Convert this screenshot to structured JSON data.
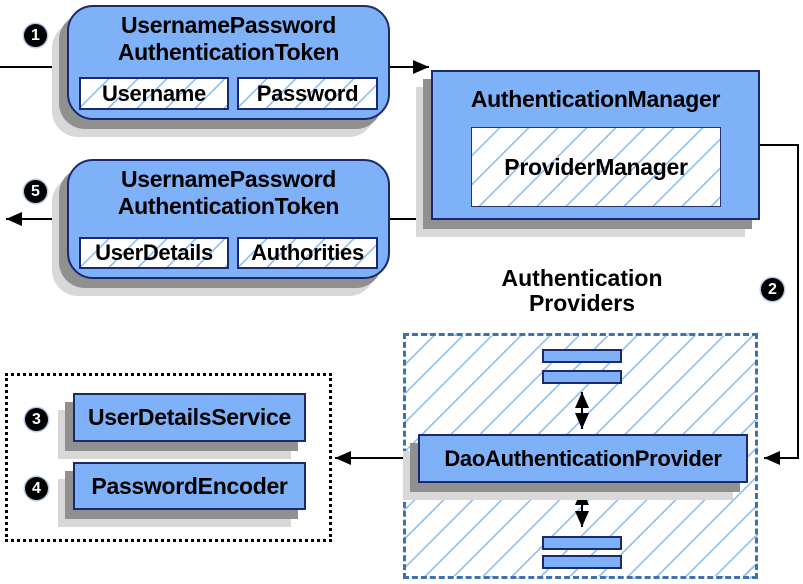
{
  "colors": {
    "box_fill": "#7eb1f8",
    "box_border": "#1b2a6e",
    "hatch_line": "#9cc3ee",
    "dashed_border": "#4170af",
    "shadow_dark": "#909090",
    "shadow_light": "#d8d8d8",
    "arrow": "#000000",
    "badge_bg": "#000000",
    "badge_text": "#ffffff"
  },
  "badges": {
    "step1": "1",
    "step2": "2",
    "step3": "3",
    "step4": "4",
    "step5": "5"
  },
  "request_token": {
    "title_line1": "UsernamePassword",
    "title_line2": "AuthenticationToken",
    "field1": "Username",
    "field2": "Password"
  },
  "authentication_manager": {
    "title": "AuthenticationManager",
    "inner": "ProviderManager"
  },
  "result_token": {
    "title_line1": "UsernamePassword",
    "title_line2": "AuthenticationToken",
    "field1": "UserDetails",
    "field2": "Authorities"
  },
  "authentication_providers": {
    "label_line1": "Authentication",
    "label_line2": "Providers",
    "provider": "DaoAuthenticationProvider"
  },
  "provider_dependencies": {
    "item1": "UserDetailsService",
    "item2": "PasswordEncoder"
  }
}
